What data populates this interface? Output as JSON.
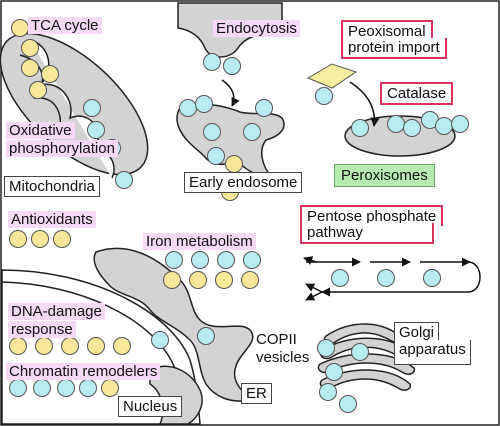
{
  "labels": {
    "tca_cycle": "TCA cycle",
    "oxidative_phos_1": "Oxidative",
    "oxidative_phos_2": "phosphorylation",
    "mitochondria": "Mitochondria",
    "endocytosis": "Endocytosis",
    "early_endosome": "Early endosome",
    "peroxisomal_import_1": "Peoxisomal",
    "peroxisomal_import_2": "protein import",
    "catalase": "Catalase",
    "peroxisomes": "Peroxisomes",
    "antioxidants": "Antioxidants",
    "iron_metabolism": "Iron metabolism",
    "pentose_phosphate_1": "Pentose phosphate",
    "pentose_phosphate_2": "pathway",
    "dna_damage_1": "DNA-damage",
    "dna_damage_2": "response",
    "chromatin_remodelers": "Chromatin remodelers",
    "nucleus": "Nucleus",
    "er": "ER",
    "copii_1": "COPII",
    "copii_2": "vesicles",
    "golgi_1": "Golgi",
    "golgi_2": "apparatus"
  },
  "colors": {
    "cyan_circle": "#b9ecf2",
    "yellow_circle": "#f9e79a",
    "organelle_fill": "#d3d3d3",
    "pink_label": "#f6d9f4",
    "red_border": "#d7355b",
    "green_box": "#b7ebb2",
    "catalase_diamond": "#f7ef9f"
  }
}
